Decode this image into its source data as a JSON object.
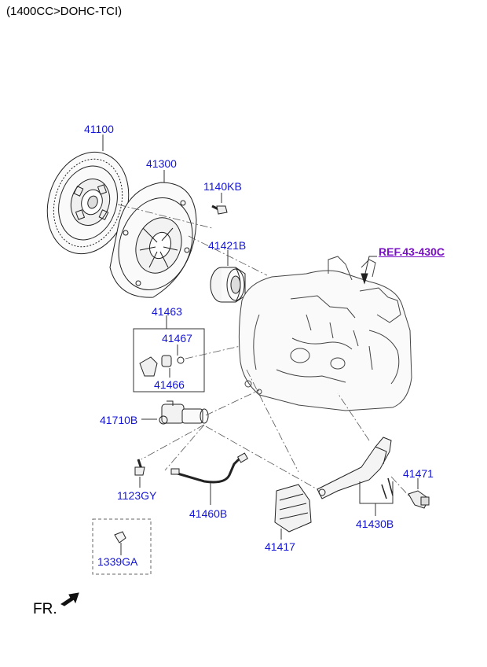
{
  "header": {
    "title": "(1400CC>DOHC-TCI)"
  },
  "reference": {
    "label": "REF.43-430C"
  },
  "parts": [
    {
      "id": "41100",
      "label": "41100"
    },
    {
      "id": "41300",
      "label": "41300"
    },
    {
      "id": "1140KB",
      "label": "1140KB"
    },
    {
      "id": "41421B",
      "label": "41421B"
    },
    {
      "id": "41463",
      "label": "41463"
    },
    {
      "id": "41467",
      "label": "41467"
    },
    {
      "id": "41466",
      "label": "41466"
    },
    {
      "id": "41710B",
      "label": "41710B"
    },
    {
      "id": "1123GY",
      "label": "1123GY"
    },
    {
      "id": "41460B",
      "label": "41460B"
    },
    {
      "id": "41417",
      "label": "41417"
    },
    {
      "id": "41471",
      "label": "41471"
    },
    {
      "id": "41430B",
      "label": "41430B"
    },
    {
      "id": "1339GA",
      "label": "1339GA"
    }
  ],
  "orientation": {
    "label": "FR."
  },
  "colors": {
    "label": "#1515d6",
    "reference": "#7a10c8",
    "line": "#222222"
  }
}
